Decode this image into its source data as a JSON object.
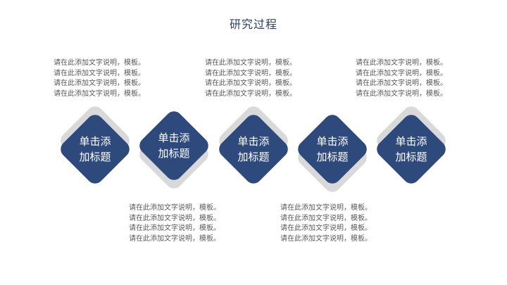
{
  "title": "研究过程",
  "colors": {
    "primary": "#2e4a7d",
    "shadow": "#d9d9d9",
    "title": "#2e4068",
    "text": "#595959"
  },
  "steps": [
    {
      "title_line1": "单击添",
      "title_line2": "加标题",
      "shadow_offset": "up",
      "desc_position": "top",
      "desc": [
        "请在此添加文字说明，模板。",
        "请在此添加文字说明，模板。",
        "请在此添加文字说明，模板。",
        "请在此添加文字说明，模板。"
      ]
    },
    {
      "title_line1": "单击添",
      "title_line2": "加标题",
      "shadow_offset": "down",
      "desc_position": "bottom",
      "desc": [
        "请在此添加文字说明，模板。",
        "请在此添加文字说明，模板。",
        "请在此添加文字说明，模板。",
        "请在此添加文字说明，模板。"
      ]
    },
    {
      "title_line1": "单击添",
      "title_line2": "加标题",
      "shadow_offset": "up",
      "desc_position": "top",
      "desc": [
        "请在此添加文字说明，模板。",
        "请在此添加文字说明，模板。",
        "请在此添加文字说明，模板。",
        "请在此添加文字说明，模板。"
      ]
    },
    {
      "title_line1": "单击添",
      "title_line2": "加标题",
      "shadow_offset": "down",
      "desc_position": "bottom",
      "desc": [
        "请在此添加文字说明，模板。",
        "请在此添加文字说明，模板。",
        "请在此添加文字说明，模板。",
        "请在此添加文字说明，模板。"
      ]
    },
    {
      "title_line1": "单击添",
      "title_line2": "加标题",
      "shadow_offset": "up",
      "desc_position": "top",
      "desc": [
        "请在此添加文字说明，模板。",
        "请在此添加文字说明，模板。",
        "请在此添加文字说明，模板。",
        "请在此添加文字说明，模板。"
      ]
    }
  ]
}
